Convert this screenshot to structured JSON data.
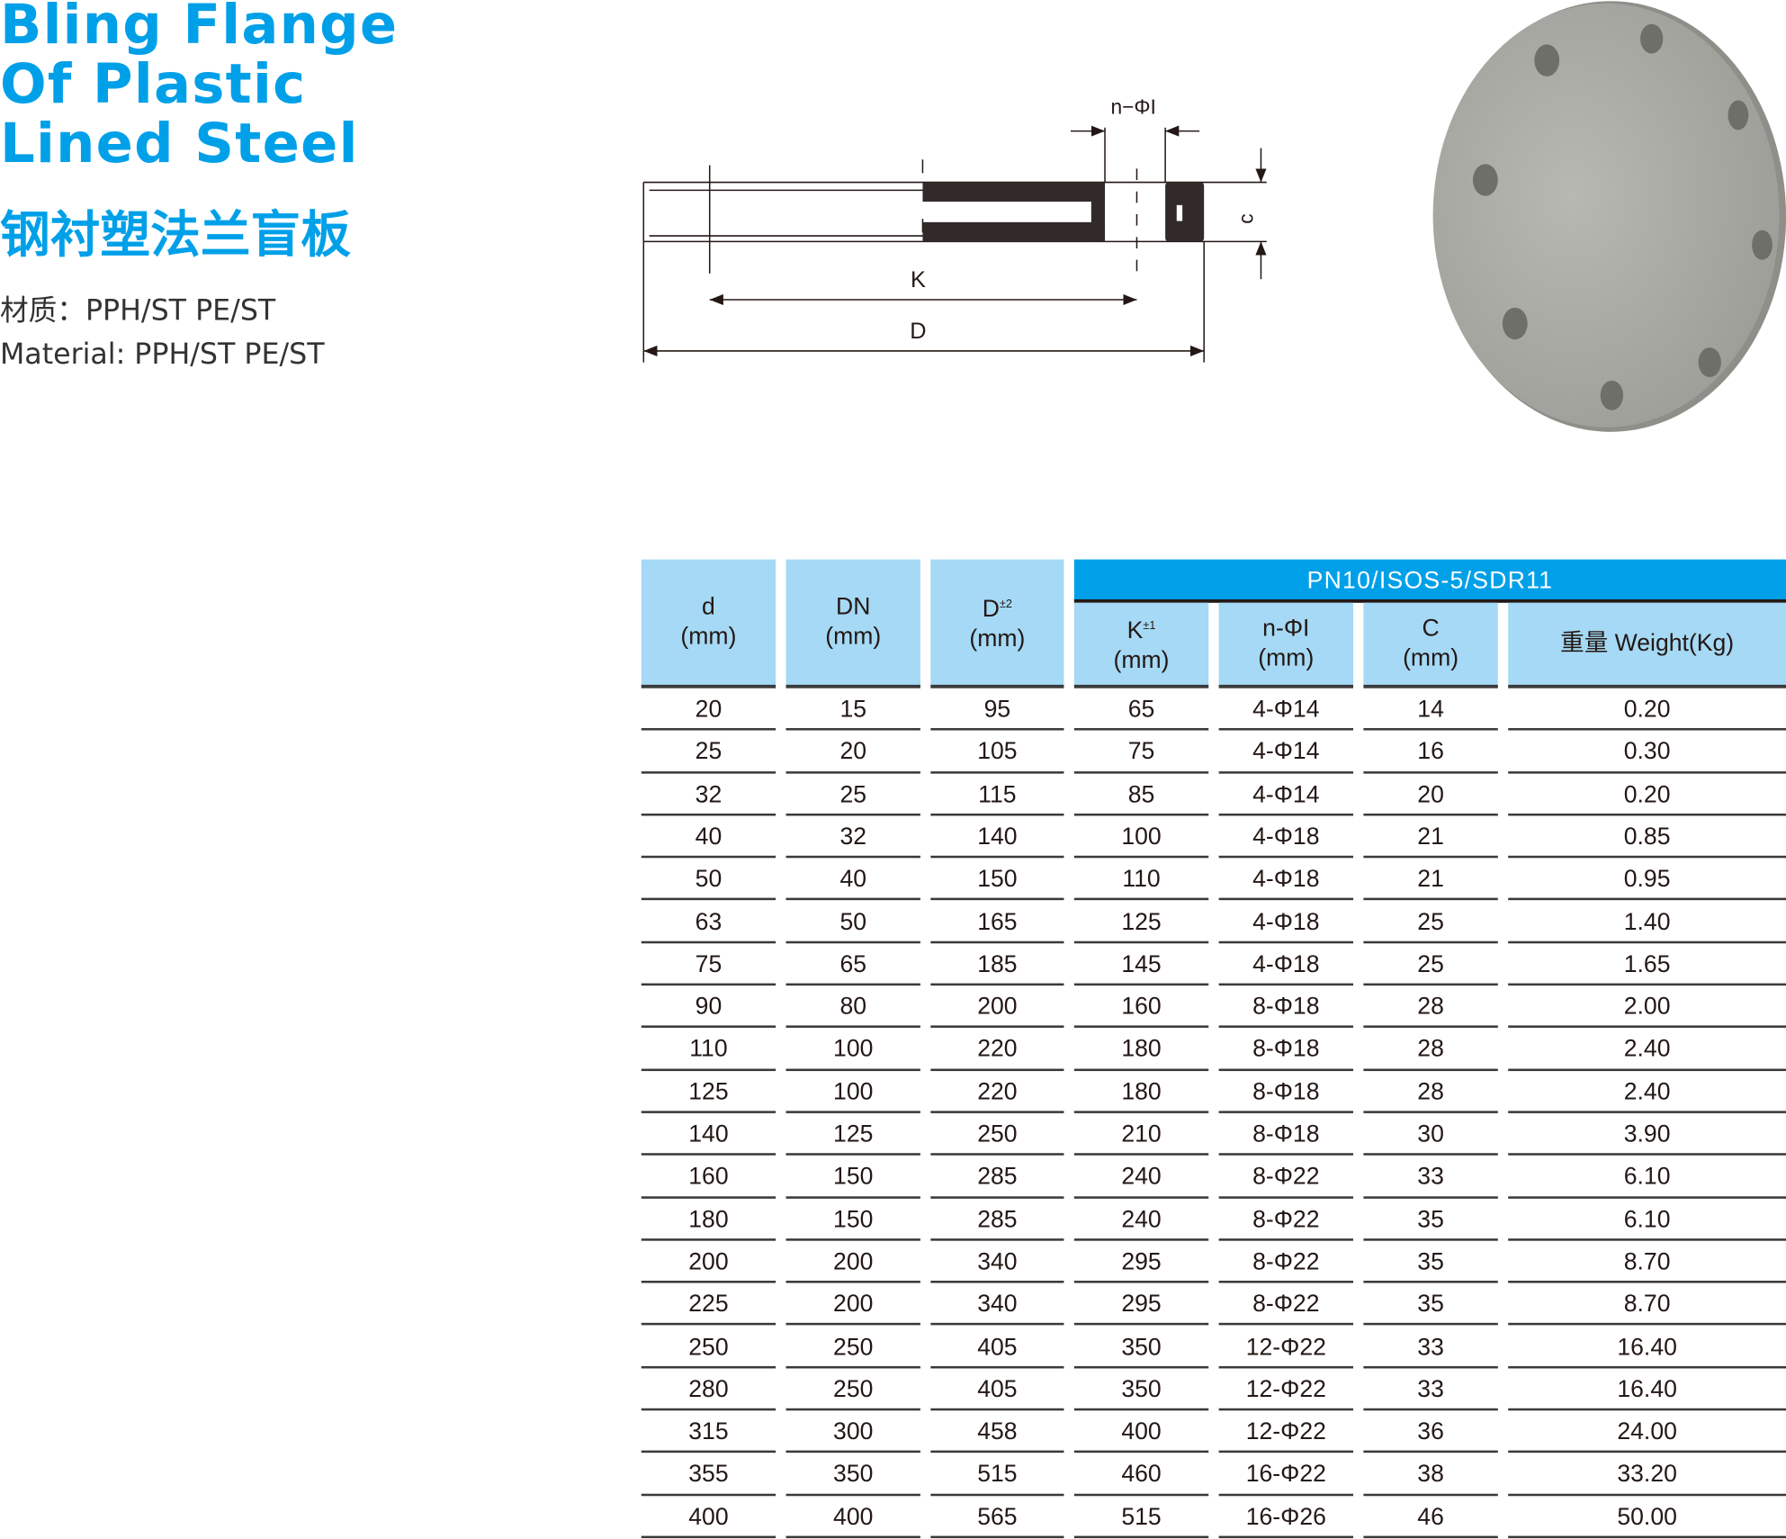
{
  "title": {
    "en_line1": "Bling Flange",
    "en_line2": "Of Plastic",
    "en_line3": "Lined Steel",
    "cn": "钢衬塑法兰盲板"
  },
  "material": {
    "cn": "材质：PPH/ST PE/ST",
    "en": "Material: PPH/ST  PE/ST"
  },
  "diagram": {
    "label_hole": "n−ΦI",
    "label_c": "c",
    "label_k": "K",
    "label_d": "D"
  },
  "table": {
    "group_header": "PN10/ISOS-5/SDR11",
    "headers": [
      {
        "main": "d",
        "sup": "",
        "unit": "(mm)"
      },
      {
        "main": "DN",
        "sup": "",
        "unit": "(mm)"
      },
      {
        "main": "D",
        "sup": "±2",
        "unit": "(mm)"
      },
      {
        "main": "K",
        "sup": "±1",
        "unit": "(mm)"
      },
      {
        "main": "n-ΦI",
        "sup": "",
        "unit": "(mm)"
      },
      {
        "main": "C",
        "sup": "",
        "unit": "(mm)"
      },
      {
        "main": "重量 Weight(Kg)",
        "sup": "",
        "unit": ""
      }
    ],
    "rows": [
      [
        "20",
        "15",
        "95",
        "65",
        "4-Φ14",
        "14",
        "0.20"
      ],
      [
        "25",
        "20",
        "105",
        "75",
        "4-Φ14",
        "16",
        "0.30"
      ],
      [
        "32",
        "25",
        "115",
        "85",
        "4-Φ14",
        "20",
        "0.20"
      ],
      [
        "40",
        "32",
        "140",
        "100",
        "4-Φ18",
        "21",
        "0.85"
      ],
      [
        "50",
        "40",
        "150",
        "110",
        "4-Φ18",
        "21",
        "0.95"
      ],
      [
        "63",
        "50",
        "165",
        "125",
        "4-Φ18",
        "25",
        "1.40"
      ],
      [
        "75",
        "65",
        "185",
        "145",
        "4-Φ18",
        "25",
        "1.65"
      ],
      [
        "90",
        "80",
        "200",
        "160",
        "8-Φ18",
        "28",
        "2.00"
      ],
      [
        "110",
        "100",
        "220",
        "180",
        "8-Φ18",
        "28",
        "2.40"
      ],
      [
        "125",
        "100",
        "220",
        "180",
        "8-Φ18",
        "28",
        "2.40"
      ],
      [
        "140",
        "125",
        "250",
        "210",
        "8-Φ18",
        "30",
        "3.90"
      ],
      [
        "160",
        "150",
        "285",
        "240",
        "8-Φ22",
        "33",
        "6.10"
      ],
      [
        "180",
        "150",
        "285",
        "240",
        "8-Φ22",
        "35",
        "6.10"
      ],
      [
        "200",
        "200",
        "340",
        "295",
        "8-Φ22",
        "35",
        "8.70"
      ],
      [
        "225",
        "200",
        "340",
        "295",
        "8-Φ22",
        "35",
        "8.70"
      ],
      [
        "250",
        "250",
        "405",
        "350",
        "12-Φ22",
        "33",
        "16.40"
      ],
      [
        "280",
        "250",
        "405",
        "350",
        "12-Φ22",
        "33",
        "16.40"
      ],
      [
        "315",
        "300",
        "458",
        "400",
        "12-Φ22",
        "36",
        "24.00"
      ],
      [
        "355",
        "350",
        "515",
        "460",
        "16-Φ22",
        "38",
        "33.20"
      ],
      [
        "400",
        "400",
        "565",
        "515",
        "16-Φ26",
        "46",
        "50.00"
      ]
    ]
  },
  "colors": {
    "accent": "#00a0e9",
    "header_bg": "#a5d9f5",
    "text": "#231815"
  }
}
